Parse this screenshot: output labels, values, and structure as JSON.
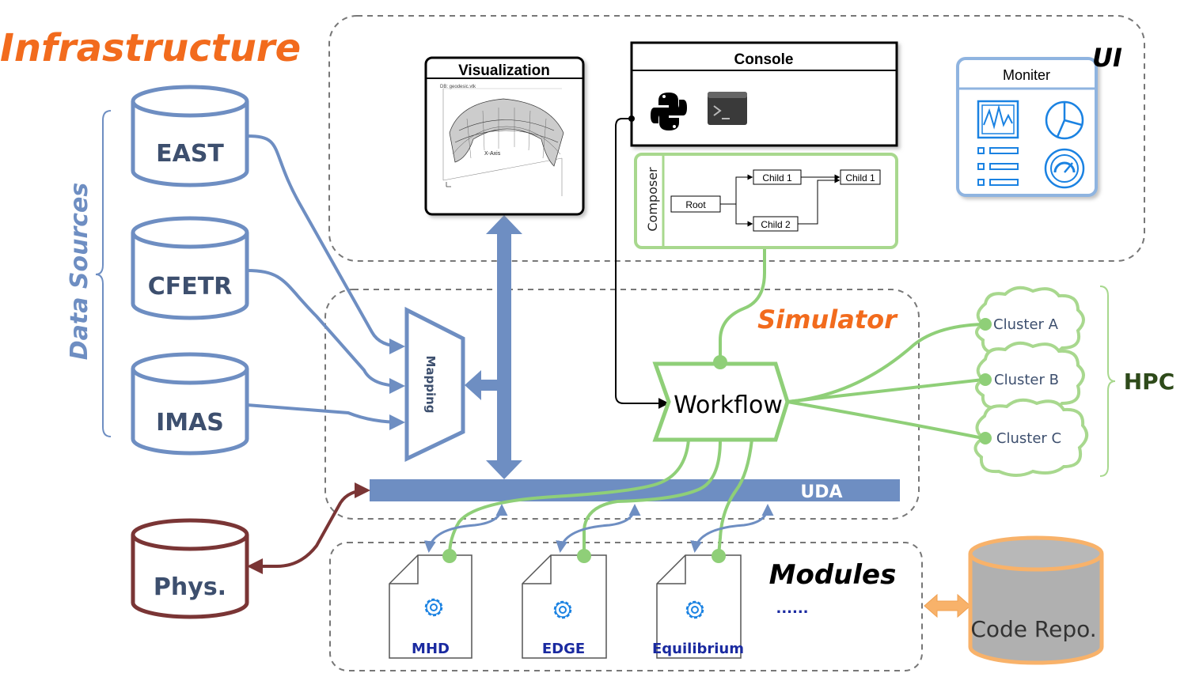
{
  "infra_title": "Infrastructure",
  "data_sources": {
    "label": "Data Sources",
    "items": [
      "EAST",
      "CFETR",
      "IMAS"
    ]
  },
  "phys_label": "Phys.",
  "ui": {
    "label": "UI",
    "visualization": {
      "title": "Visualization",
      "plot_header": "DB: geodesic.vtk",
      "axis_label": "X-Axis"
    },
    "console": {
      "title": "Console"
    },
    "moniter": {
      "title": "Moniter"
    },
    "composer": {
      "label": "Composer",
      "nodes": [
        "Root",
        "Child 1",
        "Child 2",
        "Child 1"
      ]
    }
  },
  "simulator": {
    "label": "Simulator",
    "mapping_label": "Mapping",
    "workflow_label": "Workflow",
    "uda_label": "UDA"
  },
  "hpc": {
    "label": "HPC",
    "clusters": [
      "Cluster A",
      "Cluster B",
      "Cluster C"
    ]
  },
  "modules": {
    "label": "Modules",
    "items": [
      "MHD",
      "EDGE",
      "Equilibrium"
    ],
    "more": "......"
  },
  "code_repo_label": "Code Repo.",
  "colors": {
    "orange": "#f26b1d",
    "blue": "#6e8ec2",
    "green": "#8fcf78",
    "brown": "#7a3535",
    "repo": "#b0b0b0",
    "repo_border": "#f8b26a"
  },
  "icons": [
    "python-icon",
    "terminal-icon",
    "chart-window-icon",
    "pie-chart-icon",
    "list-icon",
    "gauge-icon",
    "gear-icon"
  ]
}
